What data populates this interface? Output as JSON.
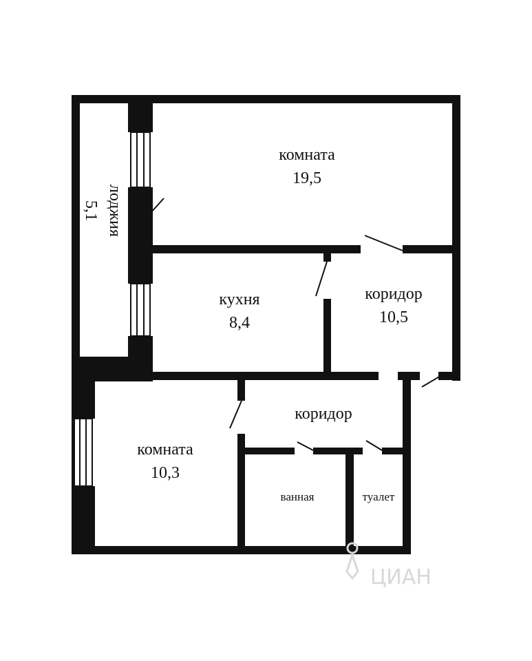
{
  "rooms": {
    "room1": {
      "name": "комната",
      "area": "19,5"
    },
    "kitchen": {
      "name": "кухня",
      "area": "8,4"
    },
    "corridor1": {
      "name": "коридор",
      "area": "10,5"
    },
    "corridor2": {
      "name": "коридор"
    },
    "room2": {
      "name": "комната",
      "area": "10,3"
    },
    "bath": {
      "name": "ванная"
    },
    "toilet": {
      "name": "туалет"
    },
    "loggia": {
      "name": "лоджия",
      "area": "5,1"
    }
  },
  "watermark": {
    "text": "ЦИАН",
    "icon": "location-pin-icon"
  },
  "colors": {
    "wall": "#111111",
    "background": "#ffffff",
    "watermark": "#d8d8d8"
  }
}
